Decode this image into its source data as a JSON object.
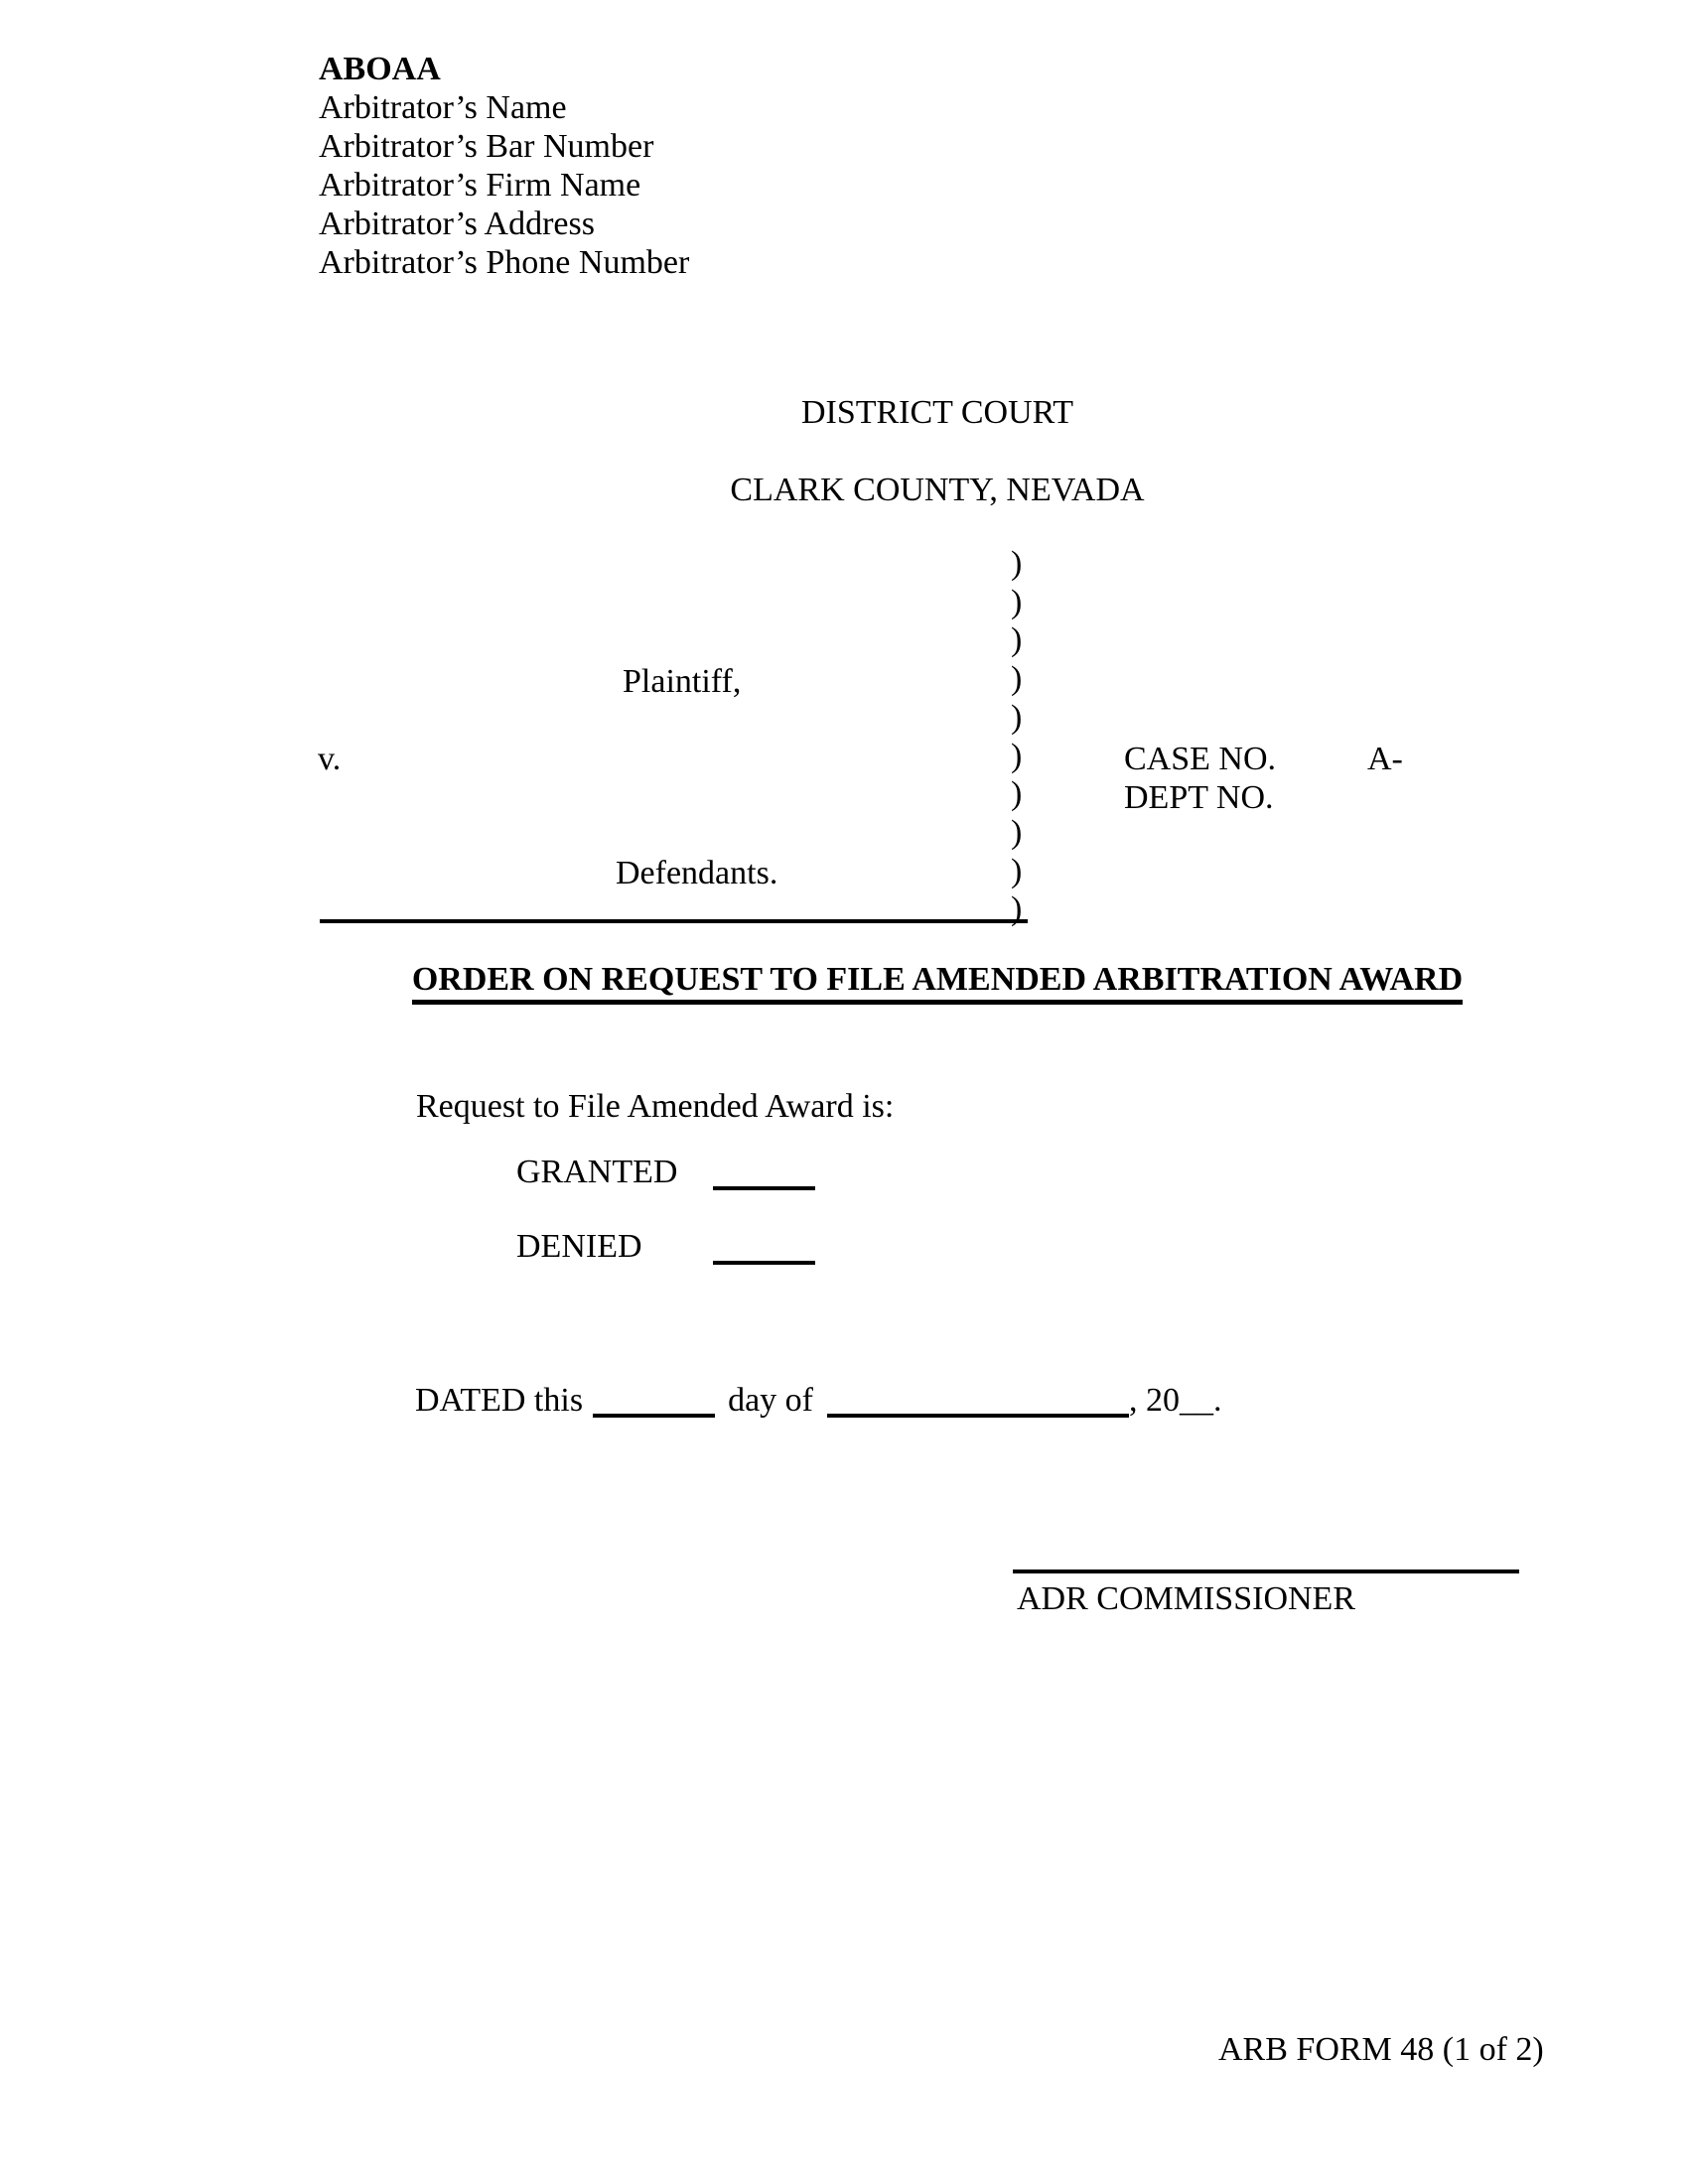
{
  "header": {
    "form_code": "ABOAA",
    "lines": [
      "Arbitrator’s Name",
      "Arbitrator’s Bar Number",
      "Arbitrator’s Firm Name",
      "Arbitrator’s Address",
      "Arbitrator’s Phone Number"
    ]
  },
  "court": {
    "name": "DISTRICT COURT",
    "county": "CLARK COUNTY, NEVADA"
  },
  "caption": {
    "paren_column": ")\n)\n)\n)\n)\n)\n)\n)\n)\n)",
    "plaintiff_label": "Plaintiff,",
    "versus": "v.",
    "defendants_label": "Defendants.",
    "case_no_label": "CASE NO.",
    "case_no_value": "A-",
    "dept_no_label": "DEPT NO."
  },
  "title": "ORDER ON REQUEST TO FILE AMENDED ARBITRATION AWARD",
  "body": {
    "request_line": "Request to File Amended Award is:",
    "options": [
      {
        "label": "GRANTED"
      },
      {
        "label": "DENIED"
      }
    ],
    "dated_prefix": "DATED this",
    "dated_day_of": "day of",
    "dated_tail": ", 20__."
  },
  "signature": {
    "label": "ADR COMMISSIONER"
  },
  "footer": "ARB FORM 48 (1 of 2)",
  "colors": {
    "text": "#000000",
    "page_background": "#ffffff"
  }
}
